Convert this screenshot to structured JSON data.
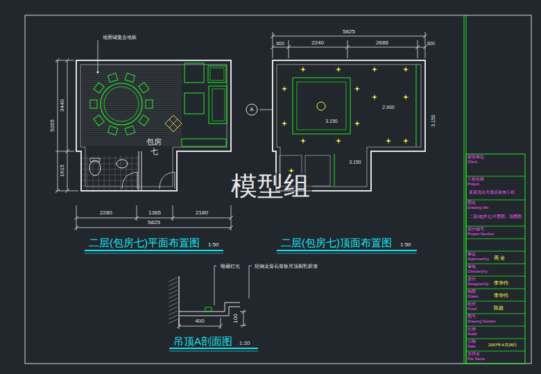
{
  "diagram": {
    "nodes": [
      {
        "text": [
          "A"
        ]
      }
    ],
    "labels": [
      "地面铺复合地板",
      "3440",
      "5055",
      "1615",
      "包房",
      "七",
      "2280",
      "1365",
      "2180",
      "5825",
      "二层(包房七)平面布置图",
      "1:50",
      "5825",
      "600",
      "2240",
      "2686",
      "300",
      "3.150",
      "2.900",
      "3.150",
      "3.150",
      "二层(包房七)顶面布置图",
      "1:50",
      "暗藏灯光",
      "轻钢龙骨石膏板吊顶刷乳胶漆",
      "400",
      "100",
      "吊顶A剖面图",
      "1:20",
      "模型组",
      "建设单位",
      "Client",
      "工程名称",
      "Project",
      "某某洗浴大酒店装饰工程",
      "图名",
      "Drawing title",
      "二层(包房七)平面图、顶面图",
      "设计编号",
      "Project Number",
      "审定",
      "Approved by",
      "周 全",
      "审核",
      "Checked by",
      "设计",
      "Designed by",
      "李华伟",
      "制图",
      "Drawn",
      "李华伟",
      "校对",
      "Proof",
      "陈超",
      "图号",
      "Drawing Number",
      "比例",
      "Scale",
      "日期",
      "Date",
      "2007年4月28日",
      "文件名",
      "File Name"
    ]
  }
}
